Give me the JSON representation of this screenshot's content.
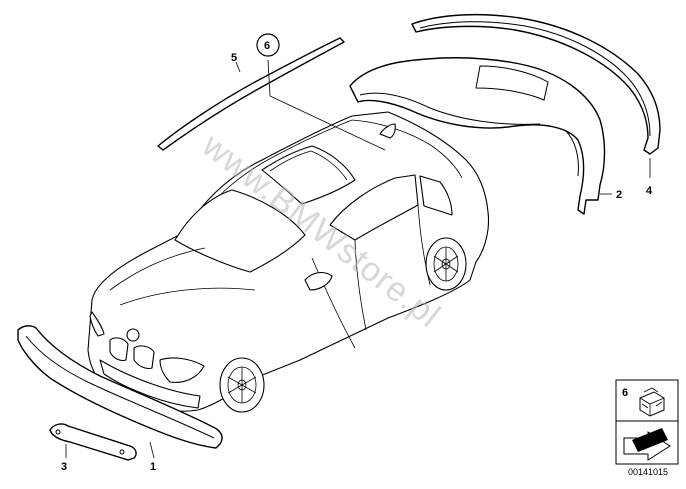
{
  "callouts": {
    "c1": "1",
    "c2": "2",
    "c3": "3",
    "c4": "4",
    "c5": "5",
    "c6": "6"
  },
  "legend": {
    "number": "6",
    "icon": "clip-fastener-icon"
  },
  "watermark": "www.BMWstore.pl",
  "reference_code": "00141015"
}
